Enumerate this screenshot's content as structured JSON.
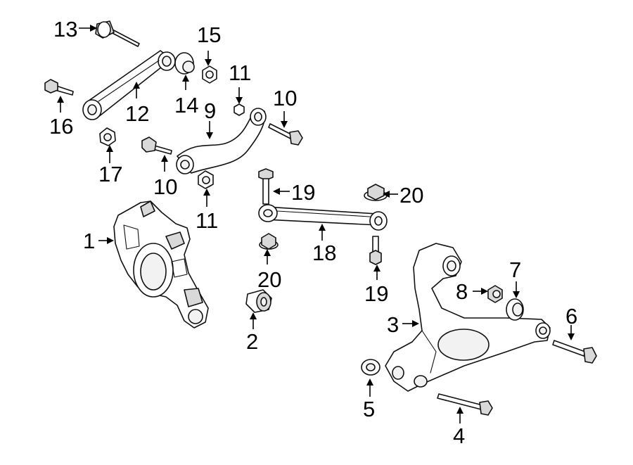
{
  "diagram": {
    "callouts": {
      "c1": "1",
      "c2": "2",
      "c3": "3",
      "c4": "4",
      "c5": "5",
      "c6": "6",
      "c7": "7",
      "c8": "8",
      "c9": "9",
      "c10a": "10",
      "c10b": "10",
      "c11a": "11",
      "c11b": "11",
      "c12": "12",
      "c13": "13",
      "c14": "14",
      "c15": "15",
      "c16": "16",
      "c17": "17",
      "c18": "18",
      "c19a": "19",
      "c19b": "19",
      "c20a": "20",
      "c20b": "20"
    }
  }
}
